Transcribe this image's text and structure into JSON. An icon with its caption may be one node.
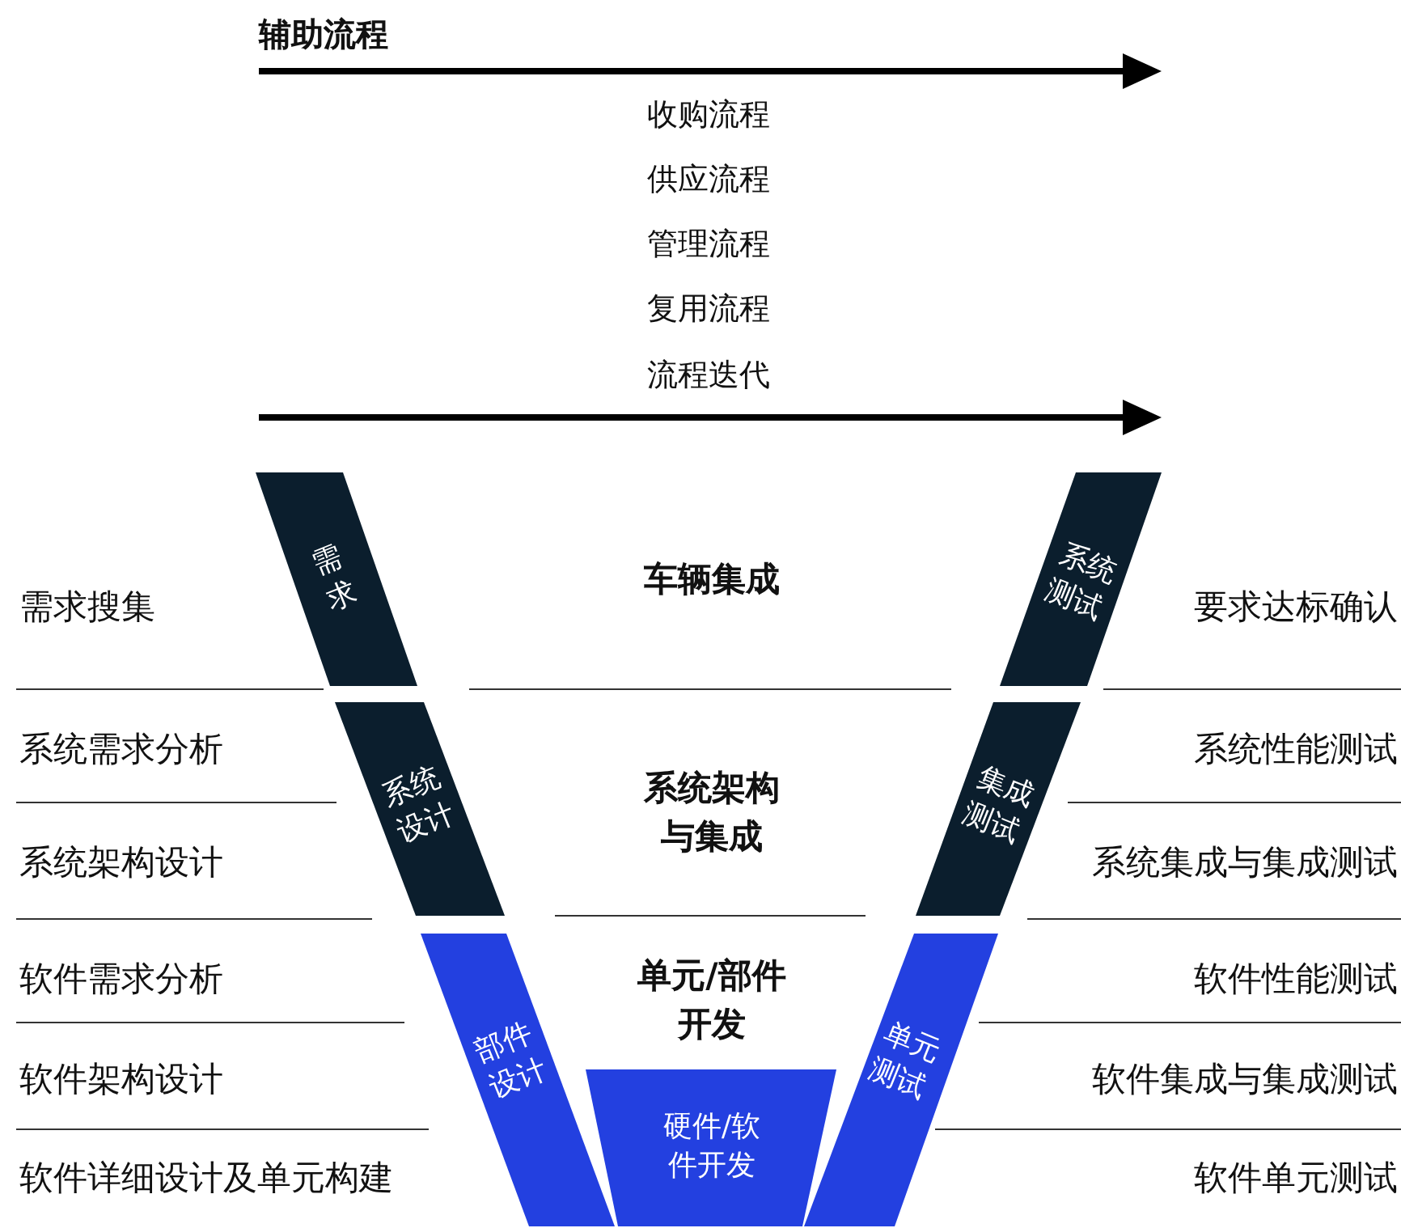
{
  "diagram": {
    "title": "辅助流程",
    "nodes": [
      {
        "text": [
          "需求"
        ]
      },
      {
        "text": [
          "系统测试"
        ]
      },
      {
        "text": [
          "系统设计"
        ]
      },
      {
        "text": [
          "集成测试"
        ]
      },
      {
        "text": [
          "部件设计"
        ]
      },
      {
        "text": [
          "单元测试"
        ]
      },
      {
        "text": [
          "硬件/软件开发"
        ]
      }
    ],
    "labels": [
      "收购流程",
      "供应流程",
      "管理流程",
      "复用流程",
      "流程迭代",
      "需求搜集",
      "车辆集成",
      "要求达标确认",
      "系统需求分析",
      "系统架构与集成",
      "系统性能测试",
      "系统架构设计",
      "系统集成与集成测试",
      "软件需求分析",
      "单元/部件开发",
      "软件性能测试",
      "软件架构设计",
      "软件集成与集成测试",
      "软件详细设计及单元构建",
      "软件单元测试"
    ]
  }
}
